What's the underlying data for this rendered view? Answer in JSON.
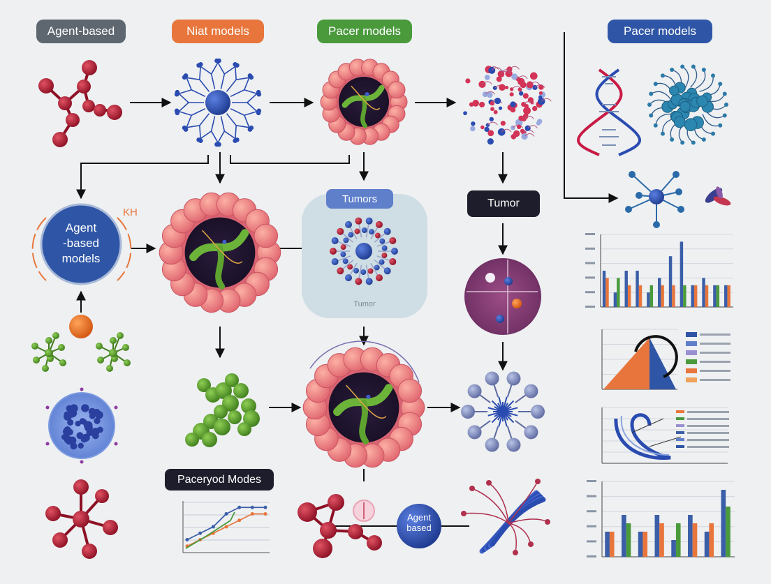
{
  "headers": {
    "h1": "Agent-based",
    "h2": "Niat models",
    "h3": "Pacer models",
    "h4": "Pacer models"
  },
  "labels": {
    "agent_circle_l1": "Agent",
    "agent_circle_l2": "-based",
    "agent_circle_l3": "models",
    "kh": "KH",
    "tumors_tag": "Tumors",
    "tumor_inner": "Tumor",
    "tumor_tag": "Tumor",
    "pacer_modes": "Paceryod Modes",
    "agent_based_sphere_l1": "Agent",
    "agent_based_sphere_l2": "based"
  },
  "colors": {
    "header1": "#5e6670",
    "header2": "#e8763c",
    "header3": "#4a9a3c",
    "header4": "#2f56a6",
    "agent_circle": "#2f56a6",
    "molecule_red": "#b51d35",
    "molecule_blue": "#2a4bb0",
    "molecule_green": "#5a9e2f",
    "tumor_panel": "#cfdde4",
    "chart_blue": "#3b5ea8",
    "chart_orange": "#e8763c",
    "chart_green": "#4a9a3c"
  },
  "chart_data": [
    {
      "type": "bar",
      "series": [
        {
          "values": [
            5,
            2,
            5,
            5,
            2,
            4,
            7,
            9,
            3,
            4,
            3,
            3
          ]
        },
        {
          "values": [
            4,
            4,
            3,
            3,
            3,
            3,
            3,
            3,
            3,
            3,
            3,
            3
          ]
        }
      ]
    },
    {
      "type": "area",
      "legend": [
        "",
        "",
        "",
        "",
        "",
        ""
      ]
    },
    {
      "type": "line",
      "series": [
        {
          "values": [
            2,
            3,
            4,
            6,
            7,
            7,
            7
          ]
        },
        {
          "values": [
            1,
            2,
            3,
            4,
            5,
            6,
            6
          ]
        }
      ]
    },
    {
      "type": "bar",
      "series": [
        {
          "values": [
            3,
            5,
            3,
            5,
            2,
            5,
            3,
            8
          ]
        },
        {
          "values": [
            3,
            4,
            3,
            4,
            4,
            4,
            4,
            6
          ]
        }
      ]
    }
  ]
}
